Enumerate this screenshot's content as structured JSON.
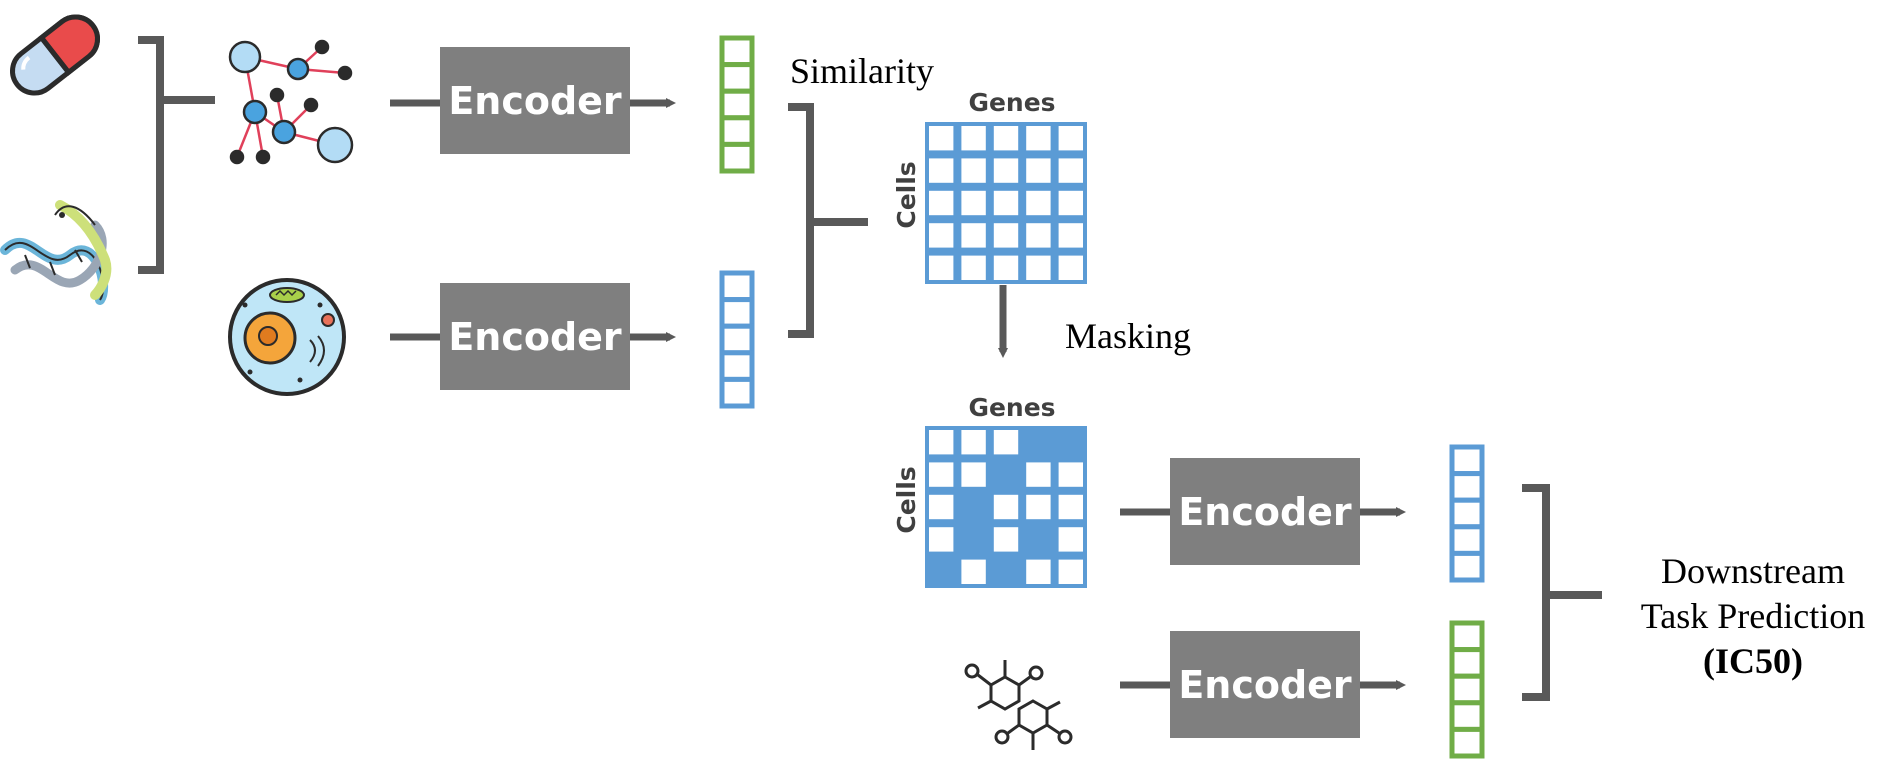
{
  "labels": {
    "similarity": "Similarity",
    "masking": "Masking",
    "genes": "Genes",
    "cells": "Cells",
    "downstream_line1": "Downstream",
    "downstream_line2": "Task Prediction",
    "downstream_line3": "(IC50)"
  },
  "encoders": [
    {
      "label": "Encoder"
    },
    {
      "label": "Encoder"
    },
    {
      "label": "Encoder"
    },
    {
      "label": "Encoder"
    }
  ],
  "colors": {
    "encoder_box": "#7f7f7f",
    "arrow": "#595959",
    "blue": "#5b9bd5",
    "green": "#70ad47",
    "pill_red": "#e94b4b",
    "pill_blue": "#c5dcf2",
    "node_light": "#b3dcf5",
    "node_mid": "#4aa3df",
    "edge_red": "#e0405a",
    "cell_body": "#bfe6f7",
    "nucleus": "#f4a53b"
  },
  "icons": [
    "pill-icon",
    "dna-helix-icon",
    "molecular-graph-icon",
    "cell-icon",
    "molecule-structure-icon"
  ],
  "mask_pattern": [
    [
      0,
      0,
      0,
      1,
      1
    ],
    [
      0,
      0,
      1,
      0,
      0
    ],
    [
      0,
      1,
      0,
      0,
      0
    ],
    [
      0,
      1,
      0,
      1,
      0
    ],
    [
      1,
      0,
      1,
      0,
      0
    ]
  ]
}
